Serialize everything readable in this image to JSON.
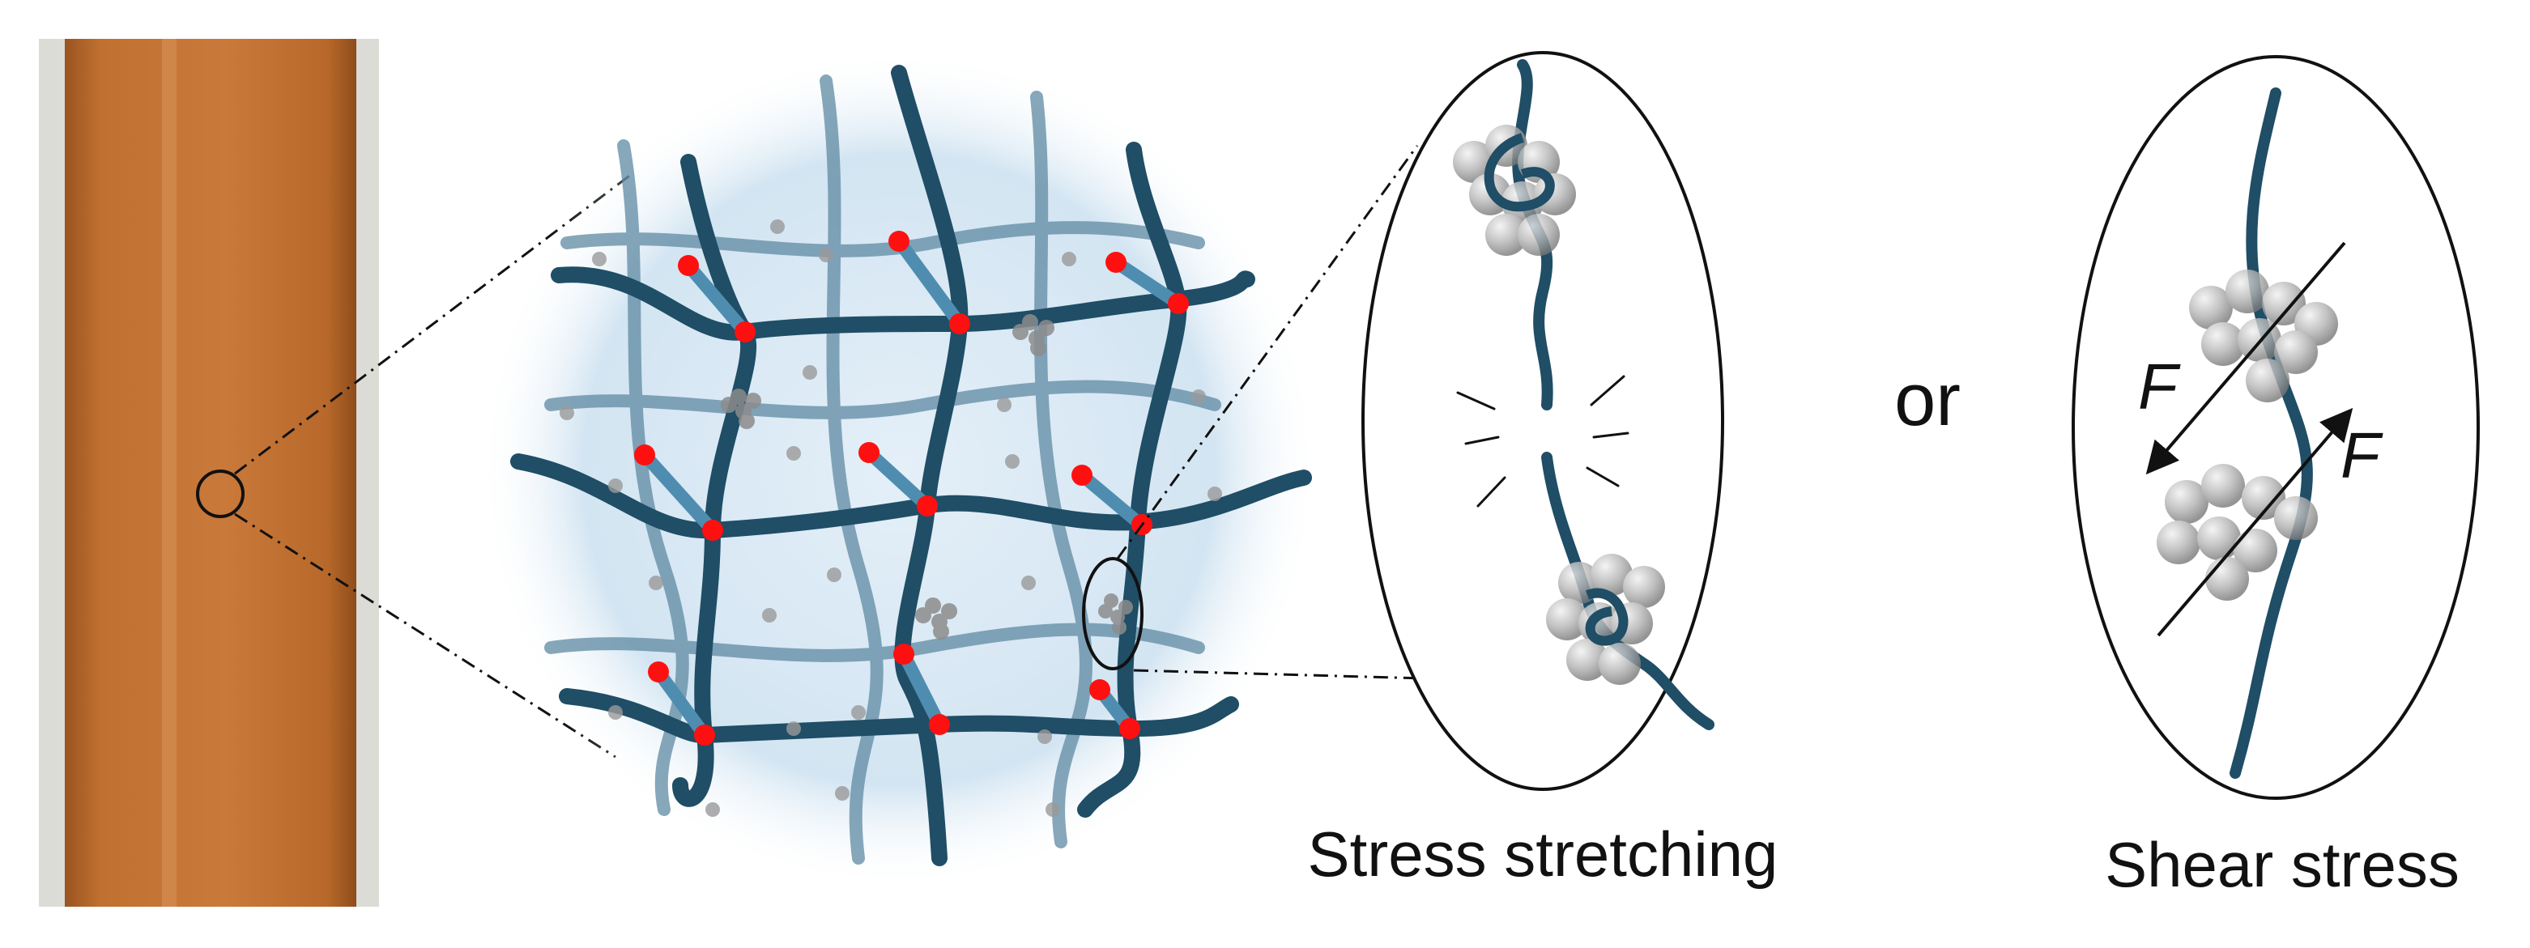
{
  "panels": {
    "photo": {
      "tube_color": "#c0702f",
      "background": "#ffffff"
    },
    "network": {
      "chain_color": "#1f4e66",
      "crosslink_color": "#ff0000",
      "particle_color": "#9e9e9e",
      "halo_color": "#cfe3f1"
    },
    "stretching": {
      "caption": "Stress stretching"
    },
    "connector": {
      "text": "or"
    },
    "shear": {
      "caption": "Shear stress",
      "force_label_upper": "F",
      "force_label_lower": "F"
    }
  }
}
